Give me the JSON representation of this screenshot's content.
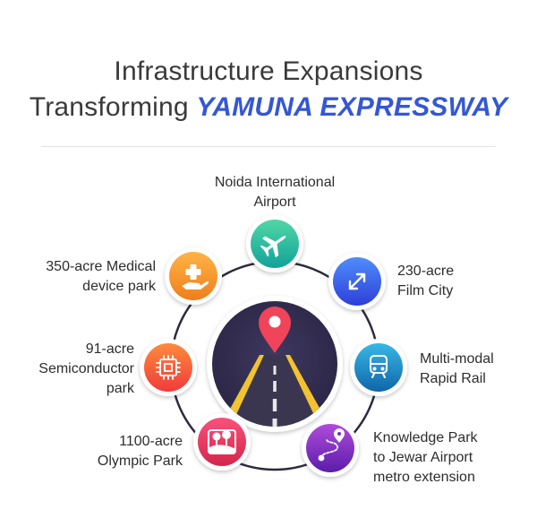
{
  "header": {
    "title_line1": "Infrastructure Expansions",
    "title_line2_prefix": "Transforming ",
    "title_line2_highlight": "YAMUNA EXPRESSWAY"
  },
  "center": {
    "icon": "location-pin-road-icon"
  },
  "nodes": [
    {
      "id": "airport",
      "icon": "airplane-icon",
      "label_lines": [
        "Noida International",
        "Airport"
      ],
      "color_top": "#52d6a6",
      "color_bottom": "#11a29a"
    },
    {
      "id": "film-city",
      "icon": "expand-arrows-icon",
      "label_lines": [
        "230-acre",
        "Film City"
      ],
      "color_top": "#4f8dfc",
      "color_bottom": "#2e3fd8"
    },
    {
      "id": "rapid-rail",
      "icon": "train-icon",
      "label_lines": [
        "Multi-modal",
        "Rapid Rail"
      ],
      "color_top": "#38b8e6",
      "color_bottom": "#1066a8"
    },
    {
      "id": "knowledge-park",
      "icon": "route-pin-icon",
      "label_lines": [
        "Knowledge Park",
        "to Jewar Airport",
        "metro extension"
      ],
      "color_top": "#b04bdc",
      "color_bottom": "#5a1da8"
    },
    {
      "id": "olympic-park",
      "icon": "park-trees-icon",
      "label_lines": [
        "1100-acre",
        "Olympic Park"
      ],
      "color_top": "#f9517a",
      "color_bottom": "#d5264c"
    },
    {
      "id": "semiconductor",
      "icon": "chip-icon",
      "label_lines": [
        "91-acre",
        "Semiconductor",
        "park"
      ],
      "color_top": "#ff8a3d",
      "color_bottom": "#f03b3b"
    },
    {
      "id": "medical",
      "icon": "medical-hand-icon",
      "label_lines": [
        "350-acre Medical",
        "device park"
      ],
      "color_top": "#ffb347",
      "color_bottom": "#ef7e1c"
    }
  ]
}
